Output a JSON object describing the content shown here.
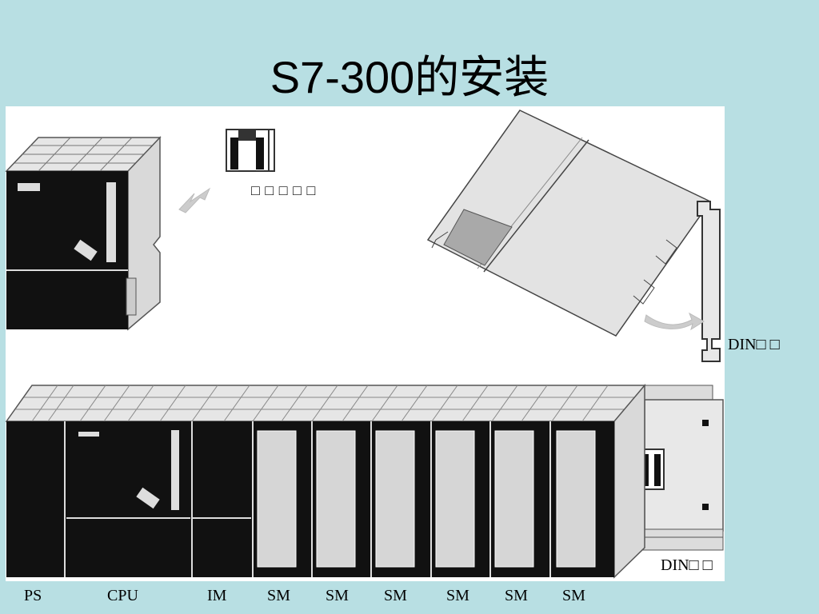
{
  "title": "S7-300的安装",
  "callouts": {
    "bus_connector": "□ □ □ □ □",
    "din_rail_top": "DIN□ □",
    "din_rail_bottom": "DIN□ □"
  },
  "modules": [
    {
      "label": "PS"
    },
    {
      "label": "CPU"
    },
    {
      "label": "IM"
    },
    {
      "label": "SM"
    },
    {
      "label": "SM"
    },
    {
      "label": "SM"
    },
    {
      "label": "SM"
    },
    {
      "label": "SM"
    },
    {
      "label": "SM"
    }
  ],
  "colors": {
    "background": "#b8dfe3",
    "panel": "#ffffff",
    "module_body": "#111111",
    "module_light": "#d9d9d9",
    "arrow": "#cccccc"
  }
}
